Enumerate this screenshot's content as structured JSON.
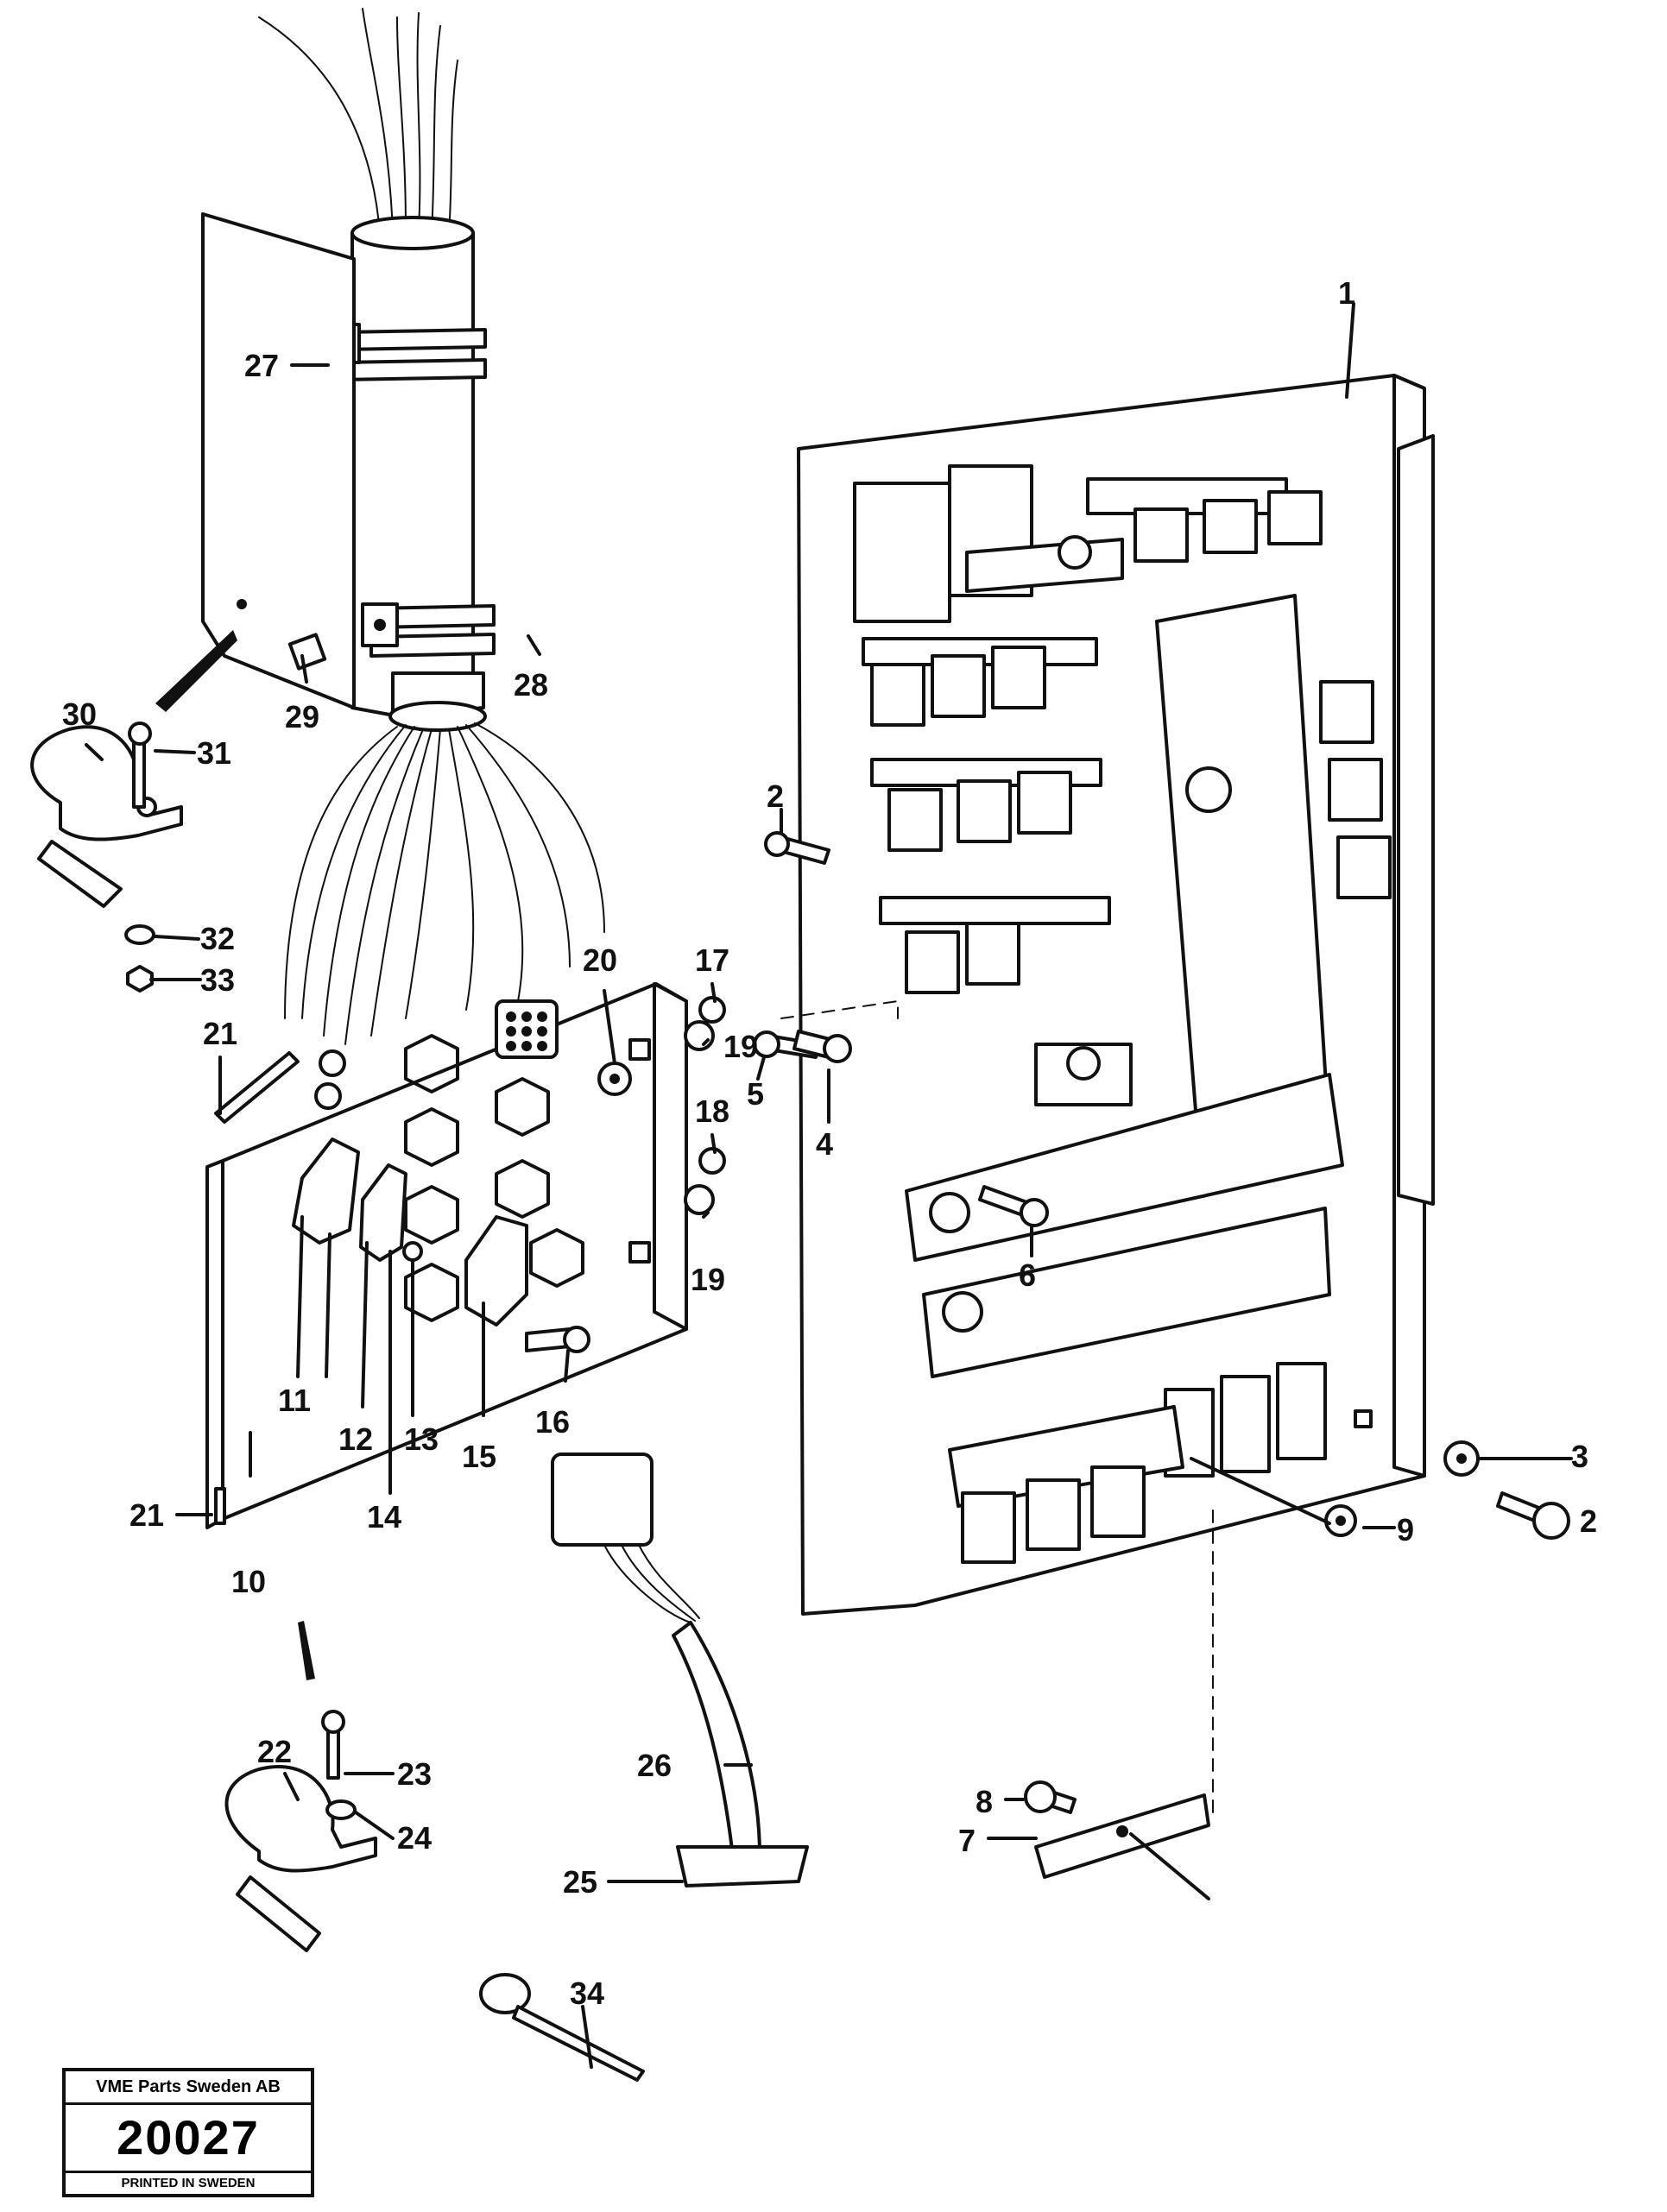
{
  "parts": [
    {
      "ref": "1",
      "label": "1"
    },
    {
      "ref": "2a",
      "label": "2"
    },
    {
      "ref": "2b",
      "label": "2"
    },
    {
      "ref": "3",
      "label": "3"
    },
    {
      "ref": "4",
      "label": "4"
    },
    {
      "ref": "5",
      "label": "5"
    },
    {
      "ref": "6",
      "label": "6"
    },
    {
      "ref": "7",
      "label": "7"
    },
    {
      "ref": "8",
      "label": "8"
    },
    {
      "ref": "9",
      "label": "9"
    },
    {
      "ref": "10",
      "label": "10"
    },
    {
      "ref": "11",
      "label": "11"
    },
    {
      "ref": "12",
      "label": "12"
    },
    {
      "ref": "13",
      "label": "13"
    },
    {
      "ref": "14",
      "label": "14"
    },
    {
      "ref": "15",
      "label": "15"
    },
    {
      "ref": "16",
      "label": "16"
    },
    {
      "ref": "17",
      "label": "17"
    },
    {
      "ref": "18",
      "label": "18"
    },
    {
      "ref": "19a",
      "label": "19"
    },
    {
      "ref": "19b",
      "label": "19"
    },
    {
      "ref": "20",
      "label": "20"
    },
    {
      "ref": "21a",
      "label": "21"
    },
    {
      "ref": "21b",
      "label": "21"
    },
    {
      "ref": "22",
      "label": "22"
    },
    {
      "ref": "23",
      "label": "23"
    },
    {
      "ref": "24",
      "label": "24"
    },
    {
      "ref": "25",
      "label": "25"
    },
    {
      "ref": "26",
      "label": "26"
    },
    {
      "ref": "27",
      "label": "27"
    },
    {
      "ref": "28",
      "label": "28"
    },
    {
      "ref": "29",
      "label": "29"
    },
    {
      "ref": "30",
      "label": "30"
    },
    {
      "ref": "31",
      "label": "31"
    },
    {
      "ref": "32",
      "label": "32"
    },
    {
      "ref": "33",
      "label": "33"
    },
    {
      "ref": "34",
      "label": "34"
    }
  ],
  "stamp": {
    "company": "VME Parts Sweden AB",
    "number": "20027",
    "printed": "PRINTED IN SWEDEN"
  }
}
